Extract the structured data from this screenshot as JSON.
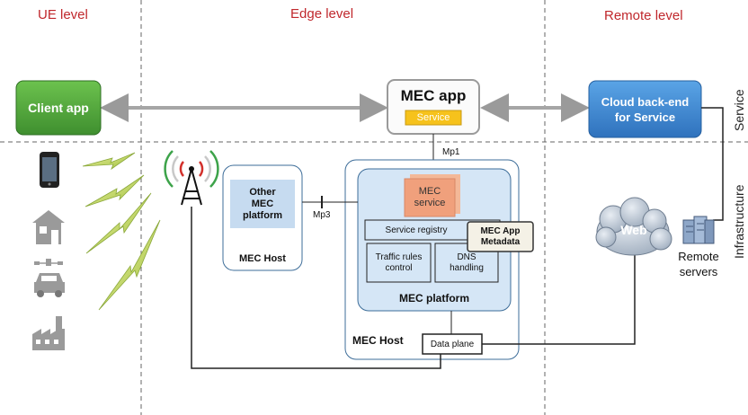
{
  "levels": {
    "ue": "UE level",
    "edge": "Edge level",
    "remote": "Remote level"
  },
  "side_labels": {
    "service": "Service",
    "infrastructure": "Infrastructure"
  },
  "client_app": "Client app",
  "mec_app": {
    "title": "MEC app",
    "service": "Service"
  },
  "cloud": "Cloud back-end\nfor Service",
  "mp1": "Mp1",
  "mp3": "Mp3",
  "other_platform": "Other\nMEC\nplatform",
  "mec_host_left": "MEC Host",
  "mec_service": "MEC\nservice",
  "service_registry": "Service registry",
  "metadata": "MEC App\nMetadata",
  "traffic_rules": "Traffic rules\ncontrol",
  "dns": "DNS\nhandling",
  "mec_platform": "MEC platform",
  "mec_host_main": "MEC Host",
  "data_plane": "Data plane",
  "web": "Web",
  "remote_servers": "Remote\nservers",
  "icons": [
    "smartphone-icon",
    "house-icon",
    "car-icon",
    "factory-icon",
    "antenna-tower-icon",
    "server-icon",
    "cloud-icon",
    "lightning-bolt-icon"
  ],
  "colors": {
    "level_red": "#c0282d",
    "client_green": "#4fa83c",
    "cloud_blue": "#3a85cf",
    "service_orange": "#f6c21c",
    "mec_service_salmon": "#f0a07c",
    "platform_blue": "#d5e6f6"
  }
}
